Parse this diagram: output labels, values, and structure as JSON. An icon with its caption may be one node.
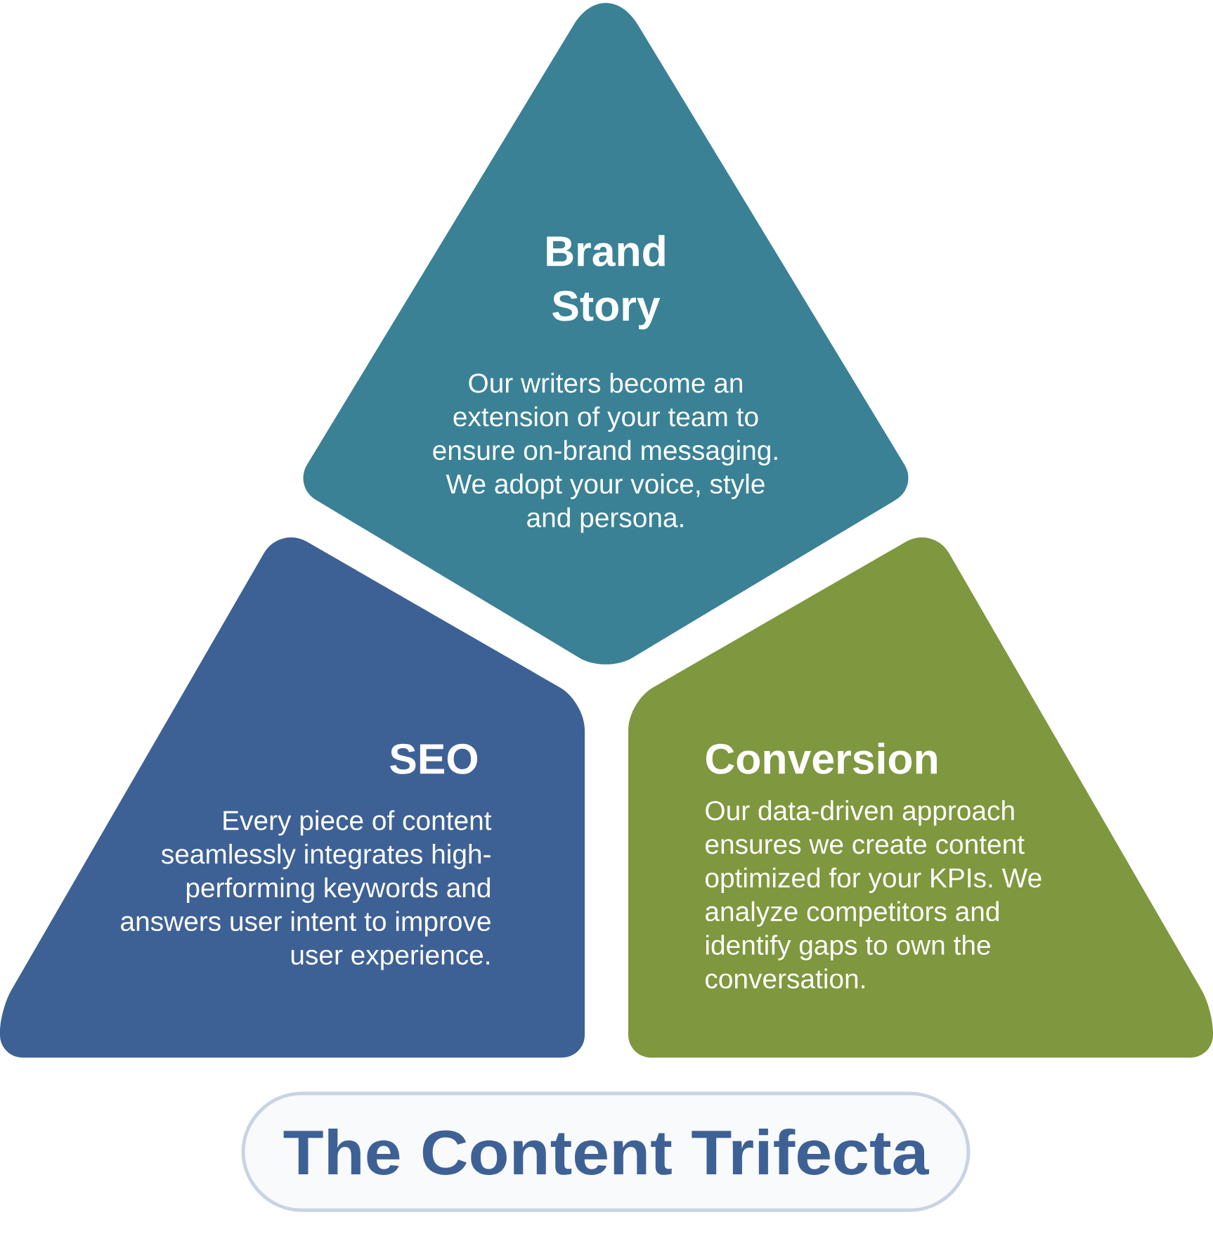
{
  "diagram": {
    "title": "The Content Trifecta",
    "nodes": [
      {
        "text": [
          "Brand Story",
          "Our writers become an extension of your team to ensure on-brand messaging. We adopt your voice, style and persona."
        ]
      },
      {
        "text": [
          "SEO",
          "Every piece of content seamlessly integrates high-performing keywords and answers user intent to improve user experience."
        ]
      },
      {
        "text": [
          "Conversion",
          "Our data-driven approach ensures we create content optimized for your KPIs. We analyze competitors and identify gaps to own the conversation."
        ]
      }
    ]
  }
}
